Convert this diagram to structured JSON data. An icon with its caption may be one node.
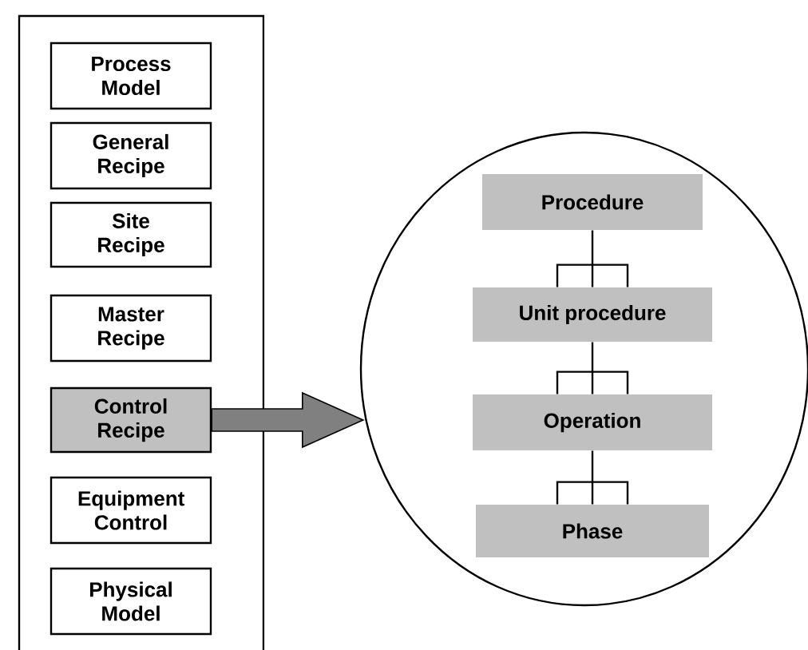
{
  "diagram": {
    "nodes": [
      {
        "text": [],
        "shape": "box"
      },
      {
        "text": [
          "Process Model"
        ],
        "in": 0
      },
      {
        "text": [
          "General Recipe"
        ],
        "in": 0
      },
      {
        "text": [
          "Site Recipe"
        ],
        "in": 0
      },
      {
        "text": [
          "Master Recipe"
        ],
        "in": 0
      },
      {
        "text": [
          "Control Recipe"
        ],
        "in": 0
      },
      {
        "text": [
          "Equipment Control"
        ],
        "in": 0
      },
      {
        "text": [
          "Physical Model"
        ],
        "in": 0
      },
      {
        "text": [],
        "shape": "circle"
      },
      {
        "text": [
          "Procedure"
        ],
        "in": 8
      },
      {
        "text": [
          "Unit procedure"
        ],
        "in": 8
      },
      {
        "text": [
          "Operation"
        ],
        "in": 8
      },
      {
        "text": [
          "Phase"
        ],
        "in": 8
      }
    ],
    "edges": [
      {
        "from": 5,
        "to": 8,
        "arrow": "to",
        "style": "thick",
        "color": "#808080"
      },
      {
        "from": 9,
        "to": 10,
        "arrow": "none"
      },
      {
        "from": 10,
        "to": 11,
        "arrow": "none"
      },
      {
        "from": 11,
        "to": 12,
        "arrow": "none"
      }
    ]
  }
}
